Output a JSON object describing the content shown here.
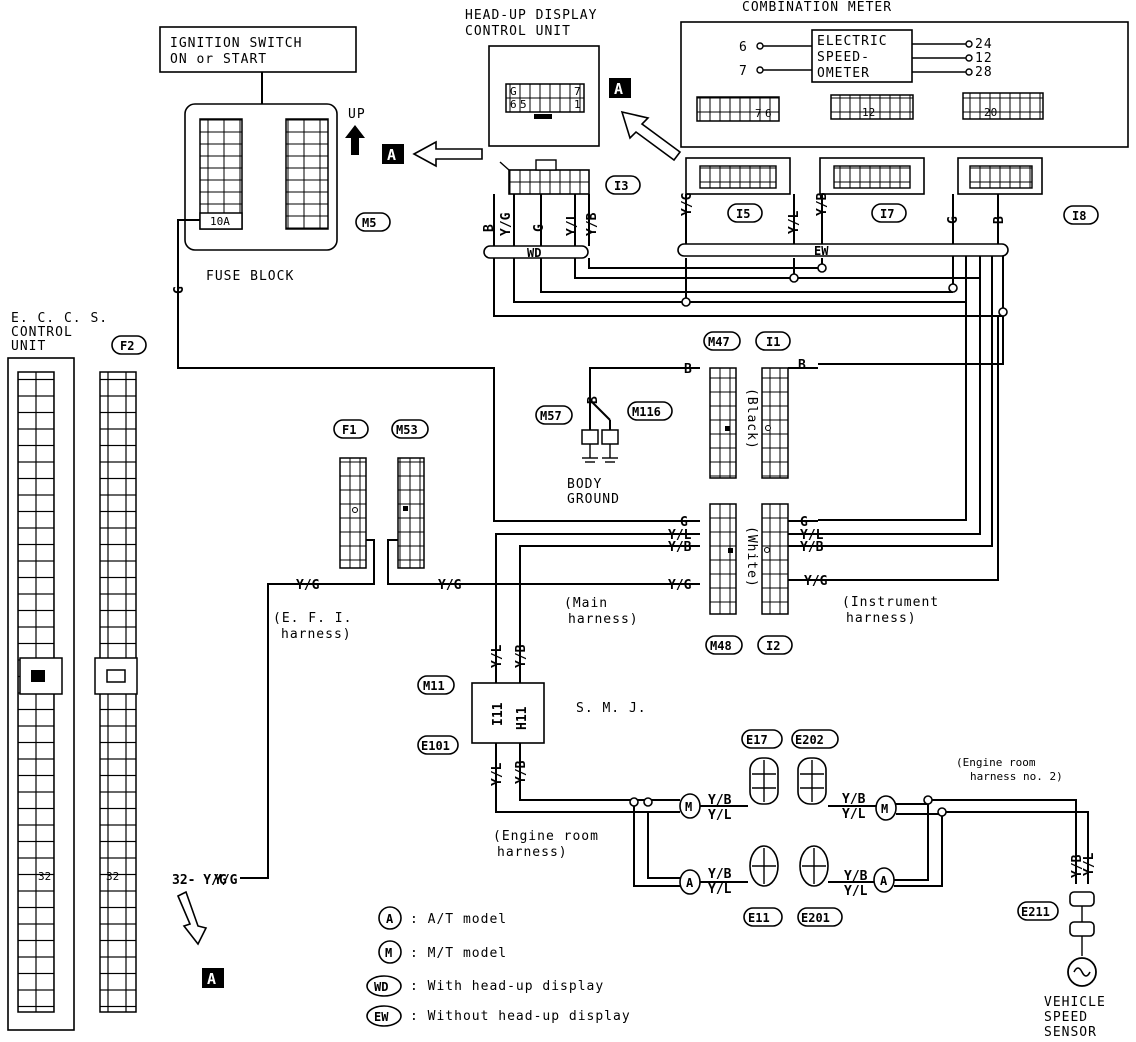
{
  "title_blocks": {
    "ignition_switch": [
      "IGNITION SWITCH",
      "ON or START"
    ],
    "hud_unit": [
      "HEAD-UP DISPLAY",
      "CONTROL UNIT"
    ],
    "combination_meter": "COMBINATION METER",
    "speedometer": [
      "ELECTRIC",
      "SPEED-",
      "OMETER"
    ],
    "fuse_block": "FUSE BLOCK",
    "eccs": [
      "E. C. C. S.",
      "CONTROL",
      "UNIT"
    ],
    "body_ground": [
      "BODY",
      "GROUND"
    ],
    "smj": "S. M. J.",
    "vehicle_speed_sensor": [
      "VEHICLE",
      "SPEED",
      "SENSOR"
    ]
  },
  "orientation": {
    "up_label": "UP",
    "marker": "A"
  },
  "connectors": {
    "M5": "M5",
    "F2": "F2",
    "F1": "F1",
    "M53": "M53",
    "M57": "M57",
    "M116": "M116",
    "M47": "M47",
    "I1": "I1",
    "M48": "M48",
    "I2": "I2",
    "M11": "M11",
    "E101": "E101",
    "I3": "I3",
    "I5": "I5",
    "I7": "I7",
    "I8": "I8",
    "E17": "E17",
    "E202": "E202",
    "E11": "E11",
    "E201": "E201",
    "E211": "E211"
  },
  "speedometer_pins": {
    "left": [
      "6",
      "7"
    ],
    "right": [
      "24",
      "12",
      "28"
    ]
  },
  "fuse_terminal": "10A",
  "terminal_32": "32",
  "hud_pins": [
    "7",
    "6",
    "5",
    "1",
    "G"
  ],
  "meter_pins": [
    "7",
    "6",
    "12",
    "20"
  ],
  "smj_pins": [
    "I11",
    "H11"
  ],
  "wires": {
    "B": "B",
    "G": "G",
    "YG": "Y/G",
    "YL": "Y/L",
    "YB": "Y/B",
    "ecm_yg": "32- Y/G"
  },
  "harness_labels": {
    "efi": [
      "(E. F. I.",
      "harness)"
    ],
    "main": [
      "(Main",
      "harness)"
    ],
    "instrument": [
      "(Instrument",
      "harness)"
    ],
    "engine_room": [
      "(Engine room",
      "harness)"
    ],
    "engine_room_2": [
      "(Engine room",
      "harness no. 2)"
    ]
  },
  "connector_color": {
    "black": "(Black)",
    "white": "(White)"
  },
  "route_tags": {
    "WD": "WD",
    "EW": "EW",
    "A": "A",
    "M": "M"
  },
  "legend": [
    {
      "symbol": "A",
      "text": ": A/T model"
    },
    {
      "symbol": "M",
      "text": ": M/T model"
    },
    {
      "symbol": "WD",
      "text": ": With head-up display"
    },
    {
      "symbol": "EW",
      "text": ": Without head-up display"
    }
  ]
}
